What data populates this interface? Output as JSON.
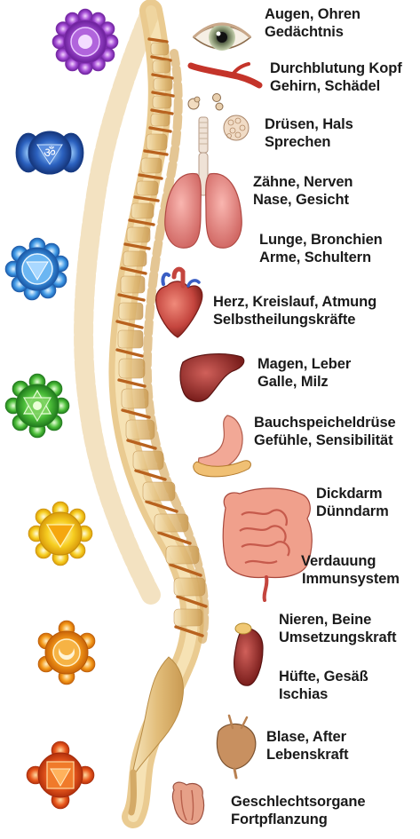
{
  "chakras": [
    {
      "name": "crown",
      "color": "#8e3fbf"
    },
    {
      "name": "third-eye",
      "color": "#1f4fa8",
      "symbol": "ॐ"
    },
    {
      "name": "throat",
      "color": "#2f86d8"
    },
    {
      "name": "heart",
      "color": "#3fae3a"
    },
    {
      "name": "solar-plexus",
      "color": "#f2c318"
    },
    {
      "name": "sacral",
      "color": "#f08a12"
    },
    {
      "name": "root",
      "color": "#e2501c"
    }
  ],
  "labels": [
    {
      "id": "augen",
      "lines": [
        "Augen, Ohren",
        "Gedächtnis"
      ]
    },
    {
      "id": "durchblutung",
      "lines": [
        "Durchblutung Kopf",
        "Gehirn, Schädel"
      ]
    },
    {
      "id": "druesen",
      "lines": [
        "Drüsen, Hals",
        "Sprechen"
      ]
    },
    {
      "id": "zaehne",
      "lines": [
        "Zähne, Nerven",
        "Nase, Gesicht"
      ]
    },
    {
      "id": "lunge",
      "lines": [
        "Lunge, Bronchien",
        "Arme, Schultern"
      ]
    },
    {
      "id": "herz",
      "lines": [
        "Herz, Kreislauf, Atmung",
        "Selbstheilungskräfte"
      ]
    },
    {
      "id": "magen",
      "lines": [
        "Magen, Leber",
        "Galle, Milz"
      ]
    },
    {
      "id": "bauch",
      "lines": [
        "Bauchspeicheldrüse",
        "Gefühle, Sensibilität"
      ]
    },
    {
      "id": "darm",
      "lines": [
        "Dickdarm",
        "Dünndarm"
      ]
    },
    {
      "id": "verdauung",
      "lines": [
        "Verdauung",
        "Immunsystem"
      ]
    },
    {
      "id": "nieren",
      "lines": [
        "Nieren, Beine",
        "Umsetzungskraft"
      ]
    },
    {
      "id": "huefte",
      "lines": [
        "Hüfte, Gesäß",
        "Ischias"
      ]
    },
    {
      "id": "blase",
      "lines": [
        "Blase, After",
        "Lebenskraft"
      ]
    },
    {
      "id": "geschlecht",
      "lines": [
        "Geschlechtsorgane",
        "Fortpflanzung"
      ]
    }
  ],
  "organs": [
    "eye",
    "artery",
    "brain-glands",
    "thyroid",
    "lungs",
    "heart",
    "liver",
    "stomach-pancreas",
    "intestines",
    "kidney",
    "bladder",
    "reproductive"
  ],
  "colors": {
    "bone": "#e9c98a",
    "disc": "#b8621e",
    "organ_red": "#c4453e"
  }
}
